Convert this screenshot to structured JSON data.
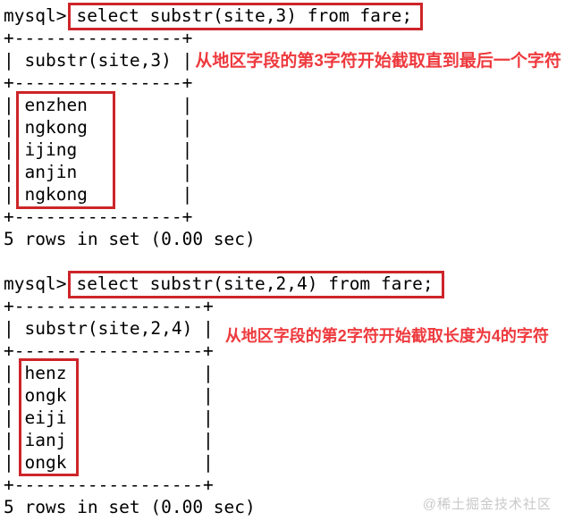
{
  "page": {
    "watermark": "@稀土掘金技术社区"
  },
  "colors": {
    "box_red": "#cd2529",
    "annotation_red": "#ee3a3e",
    "terminal_text": "#000000",
    "background": "#ffffff",
    "watermark_gray": "#c9c9c9"
  },
  "block1": {
    "prompt": "mysql>",
    "query": "select substr(site,3) from fare;",
    "border_top": "+----------------+",
    "header": "| substr(site,3) |",
    "annotation": "从地区字段的第3字符开始截取直到最后一个字符",
    "border_mid": "+----------------+",
    "rows": [
      "| enzhen         |",
      "| ngkong         |",
      "| ijing          |",
      "| anjin          |",
      "| ngkong         |"
    ],
    "border_bottom": "+----------------+",
    "status": "5 rows in set (0.00 sec)"
  },
  "block2": {
    "prompt": "mysql>",
    "query": "select substr(site,2,4) from fare;",
    "border_top": "+------------------+",
    "header": "| substr(site,2,4) |",
    "annotation": "从地区字段的第2字符开始截取长度为4的字符",
    "border_mid": "+------------------+",
    "rows": [
      "| henz             |",
      "| ongk             |",
      "| eiji             |",
      "| ianj             |",
      "| ongk             |"
    ],
    "border_bottom": "+------------------+",
    "status": "5 rows in set (0.00 sec)"
  }
}
